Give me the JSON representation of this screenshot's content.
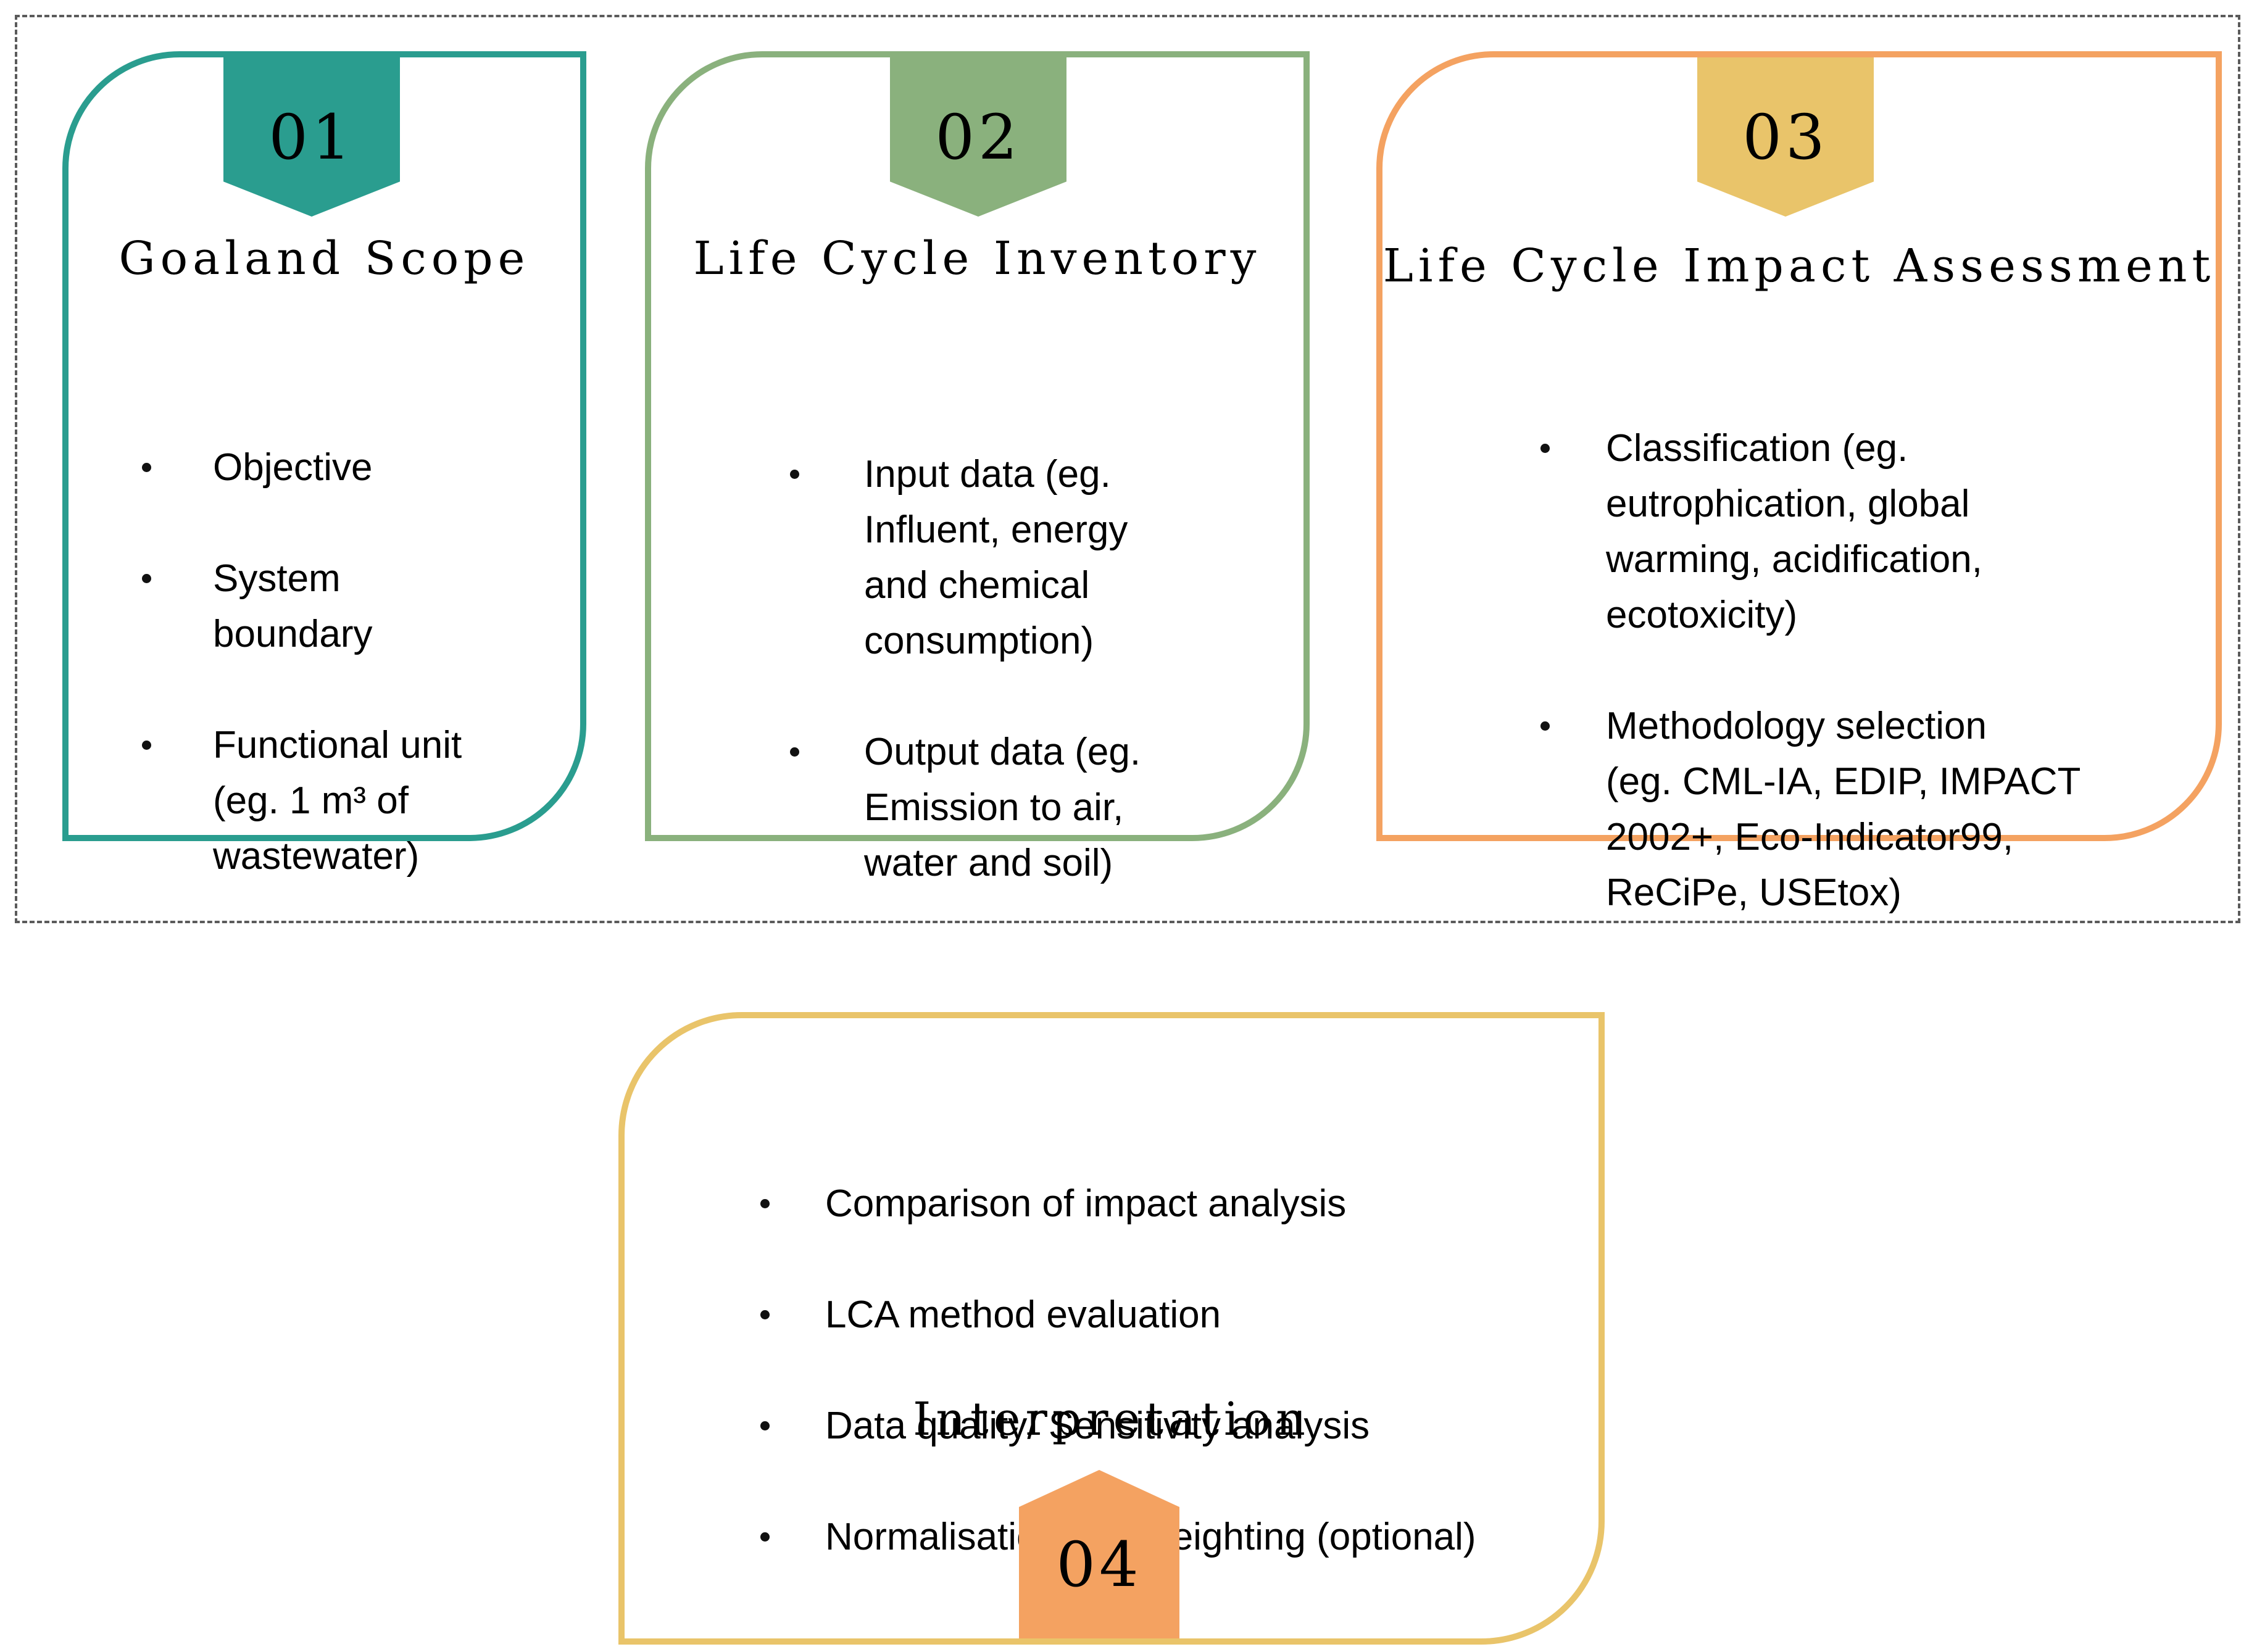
{
  "colors": {
    "teal": "#2a9d8f",
    "green": "#8ab17d",
    "saffron": "#e9c46a",
    "orange": "#f4a261",
    "dash_border": "#5b5b5b",
    "text": "#000000",
    "background": "#ffffff"
  },
  "stages": [
    {
      "number": "01",
      "title": "Goaland Scope",
      "accent_color": "#2a9d8f",
      "badge_color": "#2a9d8f",
      "bullets": [
        "Objective",
        "System\nboundary",
        "Functional unit\n(eg. 1 m³ of\nwastewater)"
      ]
    },
    {
      "number": "02",
      "title": "Life Cycle Inventory",
      "accent_color": "#8ab17d",
      "badge_color": "#8ab17d",
      "bullets": [
        "Input data (eg.\nInfluent, energy\nand chemical\nconsumption)",
        "Output data (eg.\nEmission to air,\nwater and soil)"
      ]
    },
    {
      "number": "03",
      "title": "Life Cycle Impact Assessment",
      "accent_color": "#f4a261",
      "badge_color": "#e9c46a",
      "bullets": [
        "Classification (eg.\neutrophication, global\nwarming, acidification,\necotoxicity)",
        "Methodology selection\n(eg. CML-IA, EDIP, IMPACT\n2002+, Eco-Indicator99,\nReCiPe, USEtox)"
      ]
    },
    {
      "number": "04",
      "title": "Interpretation",
      "accent_color": "#e9c46a",
      "badge_color": "#f4a261",
      "bullets": [
        "Comparison of impact analysis",
        "LCA method evaluation",
        "Data quality/ Sensitivity analysis",
        "Normalisation and weighting (optional)"
      ]
    }
  ]
}
